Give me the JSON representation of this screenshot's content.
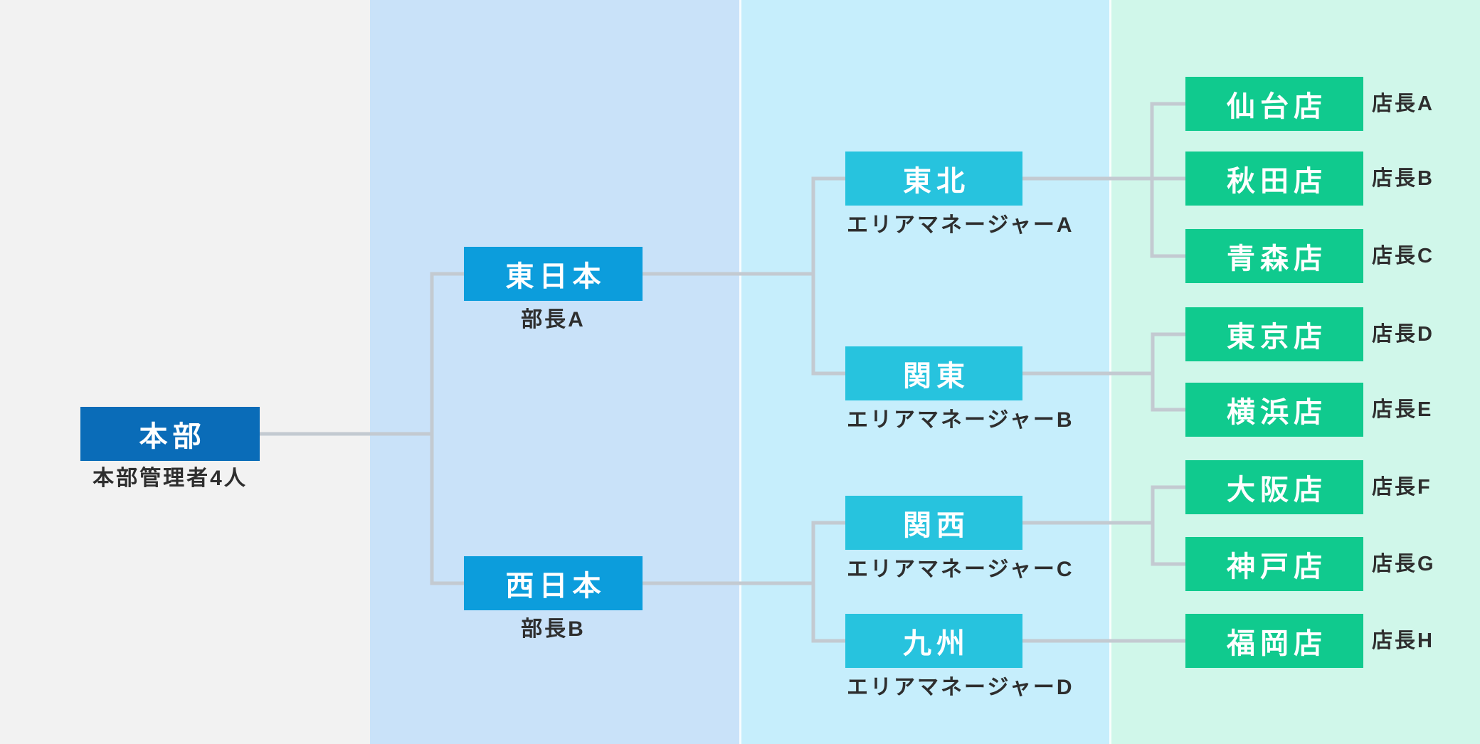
{
  "org": {
    "label": "本部",
    "caption": "本部管理者4人",
    "children": [
      {
        "label": "東日本",
        "caption": "部長A",
        "children": [
          {
            "label": "東北",
            "caption": "エリアマネージャーA",
            "children": [
              {
                "label": "仙台店",
                "caption": "店長A"
              },
              {
                "label": "秋田店",
                "caption": "店長B"
              },
              {
                "label": "青森店",
                "caption": "店長C"
              }
            ]
          },
          {
            "label": "関東",
            "caption": "エリアマネージャーB",
            "children": [
              {
                "label": "東京店",
                "caption": "店長D"
              },
              {
                "label": "横浜店",
                "caption": "店長E"
              }
            ]
          }
        ]
      },
      {
        "label": "西日本",
        "caption": "部長B",
        "children": [
          {
            "label": "関西",
            "caption": "エリアマネージャーC",
            "children": [
              {
                "label": "大阪店",
                "caption": "店長F"
              },
              {
                "label": "神戸店",
                "caption": "店長G"
              }
            ]
          },
          {
            "label": "九州",
            "caption": "エリアマネージャーD",
            "children": [
              {
                "label": "福岡店",
                "caption": "店長H"
              }
            ]
          }
        ]
      }
    ]
  },
  "colors": {
    "band_hq": "#f2f2f2",
    "band_division": "#c9e2f9",
    "band_area": "#c6eefc",
    "band_store": "#d0f7ea",
    "node_hq": "#0a6cb8",
    "node_division": "#0c9ddc",
    "node_area": "#27c3de",
    "node_store": "#10ca8e",
    "node_text": "#ffffff",
    "connector": "#c3cad1",
    "caption_text": "#2e2e2e"
  }
}
